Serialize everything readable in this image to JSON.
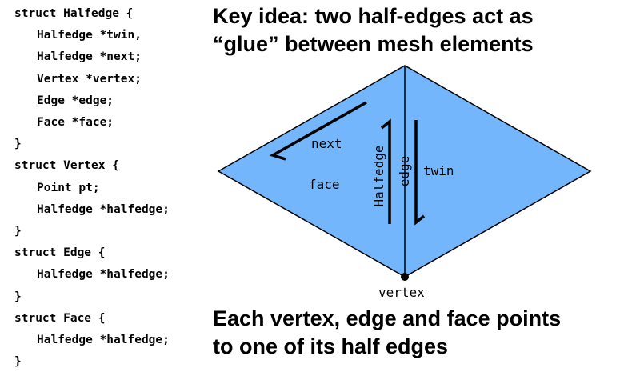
{
  "code": [
    {
      "text": "struct Halfedge {",
      "indent": false
    },
    {
      "text": "Halfedge *twin,",
      "indent": true
    },
    {
      "text": "Halfedge *next;",
      "indent": true
    },
    {
      "text": "Vertex *vertex;",
      "indent": true
    },
    {
      "text": "Edge *edge;",
      "indent": true
    },
    {
      "text": "Face *face;",
      "indent": true
    },
    {
      "text": "}",
      "indent": false
    },
    {
      "text": "struct Vertex {",
      "indent": false
    },
    {
      "text": "Point pt;",
      "indent": true
    },
    {
      "text": "Halfedge *halfedge;",
      "indent": true
    },
    {
      "text": "}",
      "indent": false
    },
    {
      "text": "struct Edge {",
      "indent": false
    },
    {
      "text": "Halfedge *halfedge;",
      "indent": true
    },
    {
      "text": "}",
      "indent": false
    },
    {
      "text": "struct Face {",
      "indent": false
    },
    {
      "text": "Halfedge *halfedge;",
      "indent": true
    },
    {
      "text": "}",
      "indent": false
    }
  ],
  "headline_top": {
    "line1": "Key idea: two half-edges act as",
    "line2": "“glue” between mesh elements"
  },
  "headline_bottom": {
    "line1": "Each vertex, edge and face points",
    "line2": "to one of its half edges"
  },
  "diagram": {
    "labels": {
      "next": "next",
      "face": "face",
      "halfedge": "Halfedge",
      "edge": "edge",
      "twin": "twin",
      "vertex": "vertex"
    },
    "colors": {
      "fill": "#73b6fb",
      "stroke": "#000000"
    }
  }
}
